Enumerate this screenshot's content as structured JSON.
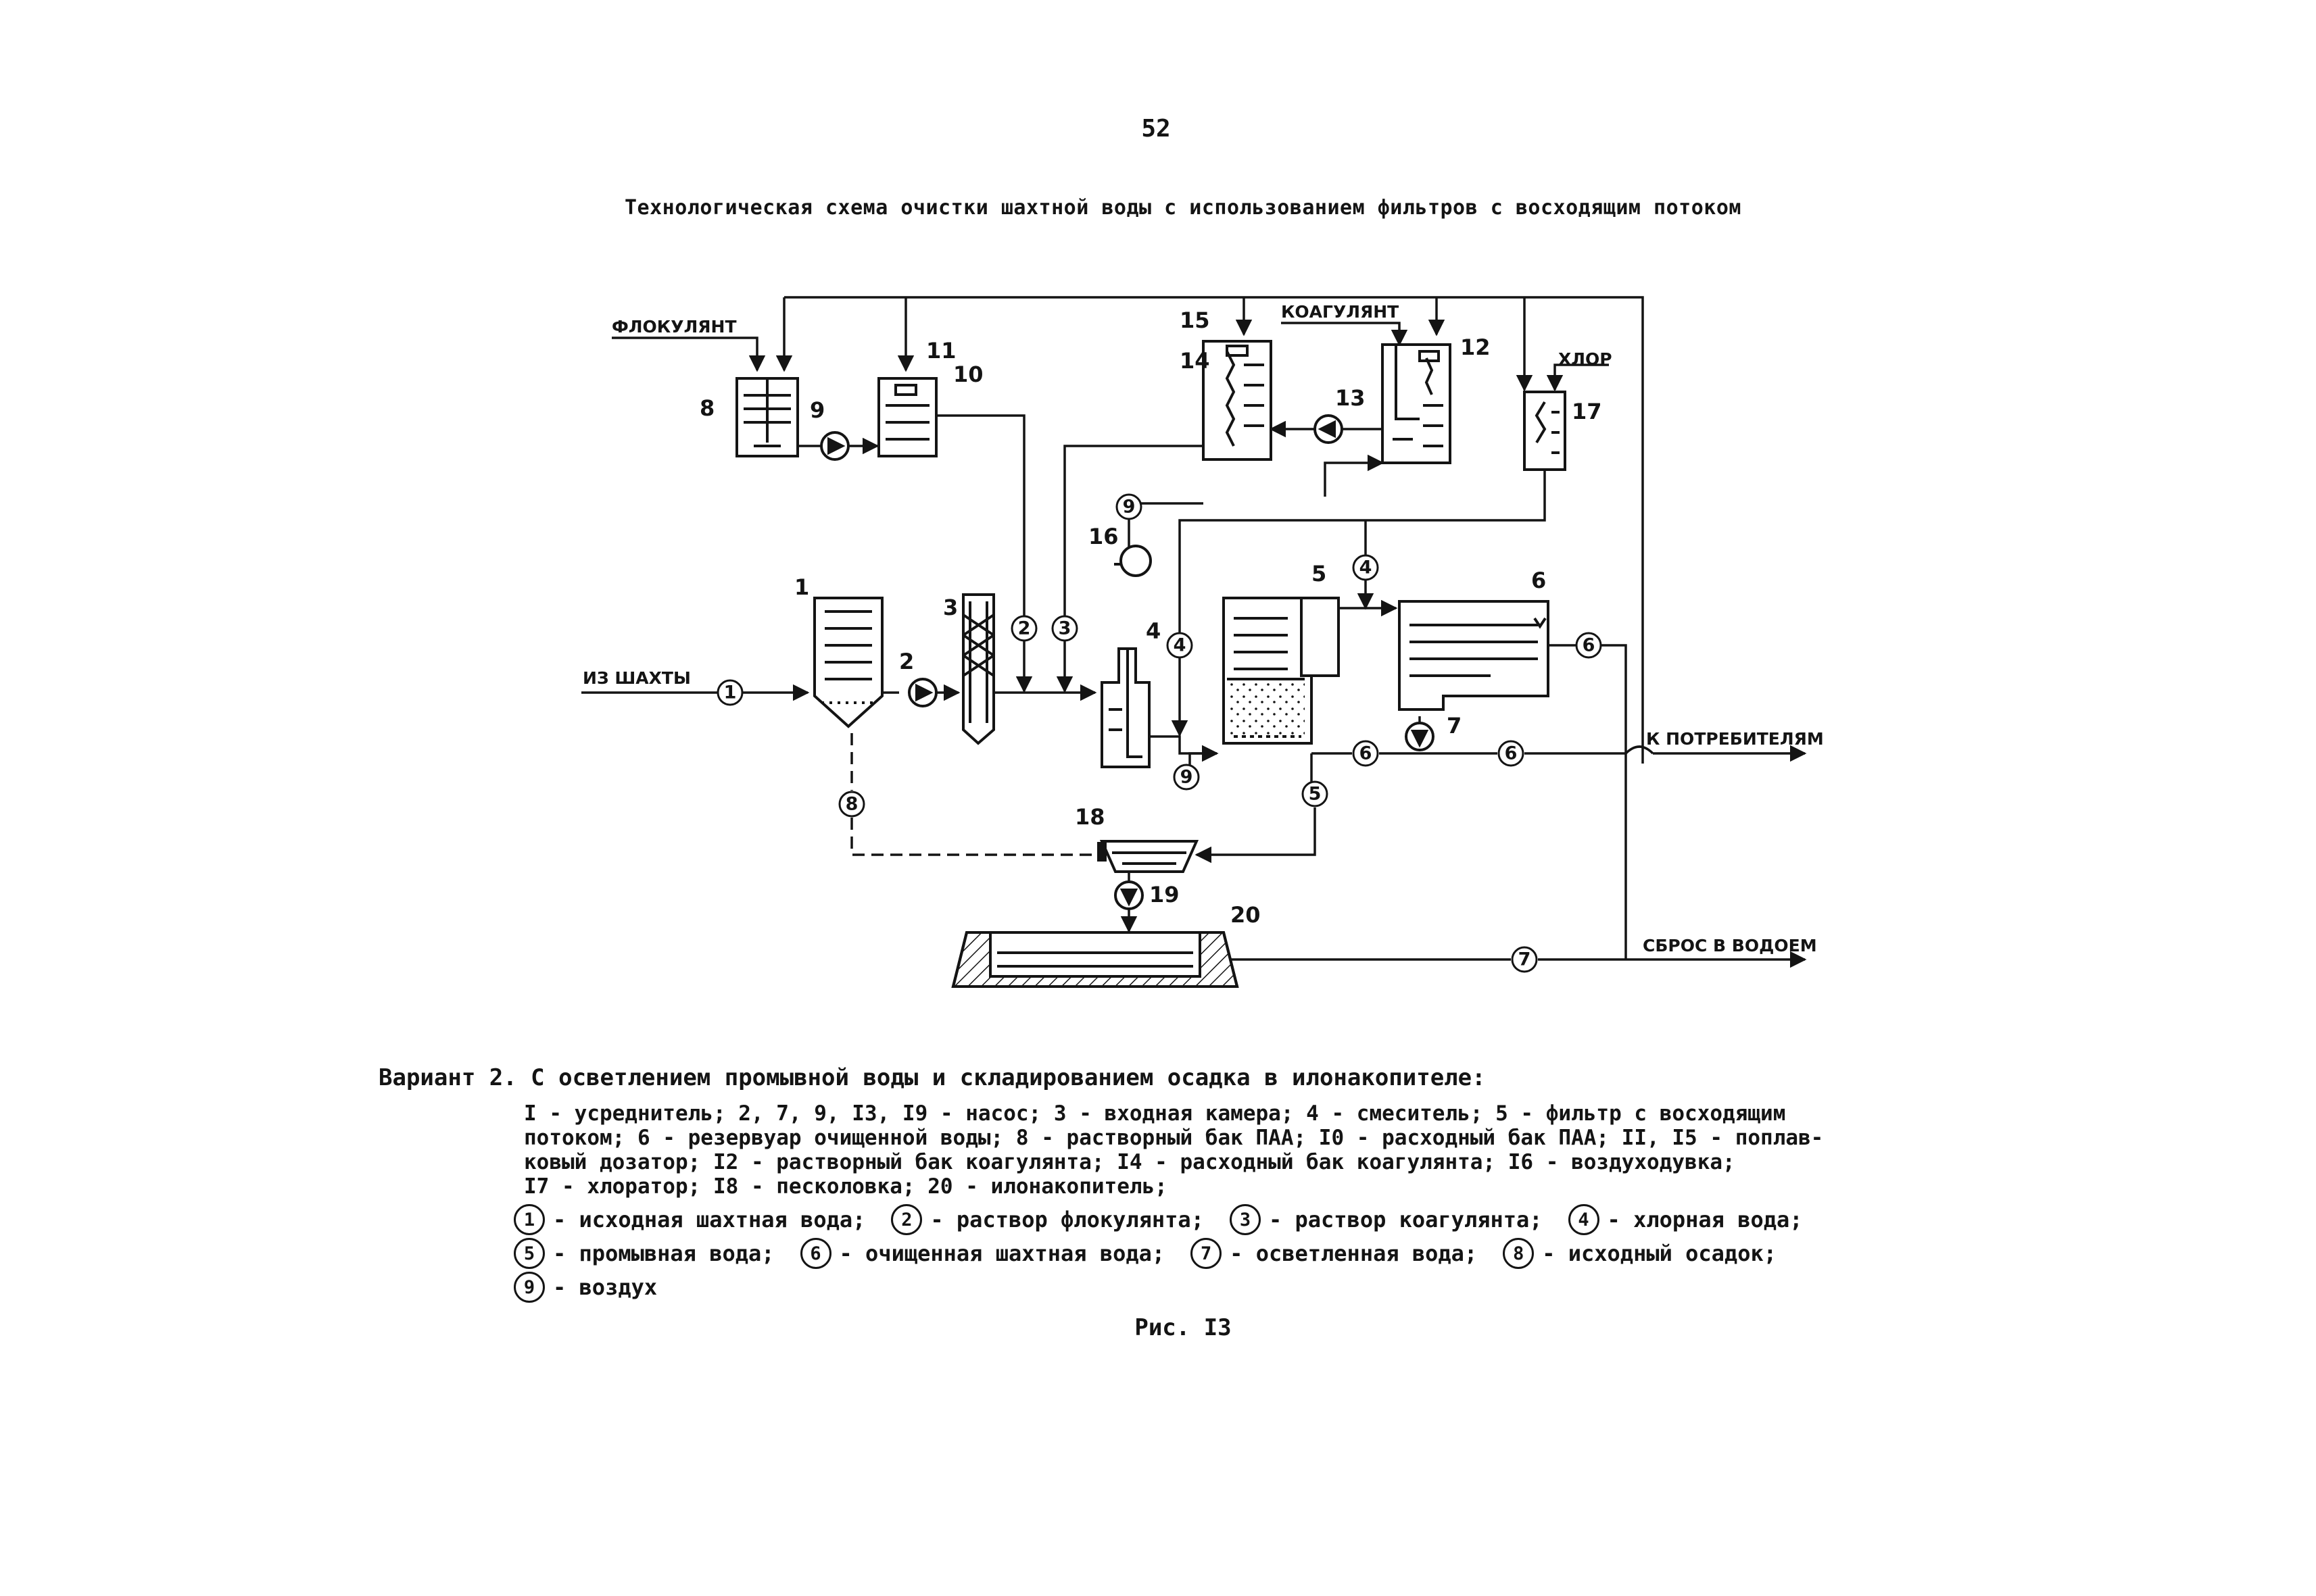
{
  "page_number": "52",
  "title": "Технологическая схема очистки шахтной воды с использованием фильтров с восходящим потоком",
  "diagram": {
    "inputs": {
      "flocculant": "ФЛОКУЛЯНТ",
      "coagulant": "КОАГУЛЯНТ",
      "chlorine": "ХЛОР",
      "from_mine": "ИЗ ШАХТЫ"
    },
    "outputs": {
      "to_consumers": "К ПОТРЕБИТЕЛЯМ",
      "to_water_body": "СБРОС В ВОДОЕМ"
    },
    "equipment_numbers": [
      "1",
      "2",
      "3",
      "4",
      "5",
      "6",
      "7",
      "8",
      "9",
      "10",
      "11",
      "12",
      "13",
      "14",
      "15",
      "16",
      "17",
      "18",
      "19",
      "20"
    ],
    "flow_markers": [
      "1",
      "2",
      "3",
      "4",
      "5",
      "6",
      "7",
      "8",
      "9"
    ]
  },
  "caption": "Вариант 2. С осветлением промывной воды и складированием осадка в илонакопителе:",
  "legend_lines": [
    "I - усреднитель;  2, 7, 9, I3, I9 - насос;  3 - входная камера;  4 - смеситель;  5 - фильтр с восходящим",
    "потоком;  6 - резервуар очищенной воды;  8 - растворный бак ПАА;  I0 - расходный бак ПАА;  II, I5 - поплав-",
    "ковый дозатор;  I2 - растворный бак коагулянта;  I4 - расходный бак коагулянта;  I6 - воздуходувка;",
    "I7 - хлоратор;  I8 - песколовка;  20 - илонакопитель;"
  ],
  "flow_legend": [
    {
      "num": "1",
      "text": "- исходная шахтная вода;"
    },
    {
      "num": "2",
      "text": "- раствор флокулянта;"
    },
    {
      "num": "3",
      "text": "- раствор коагулянта;"
    },
    {
      "num": "4",
      "text": "- хлорная вода;"
    },
    {
      "num": "5",
      "text": "- промывная вода;"
    },
    {
      "num": "6",
      "text": "- очищенная шахтная вода;"
    },
    {
      "num": "7",
      "text": "- осветленная вода;"
    },
    {
      "num": "8",
      "text": "- исходный осадок;"
    },
    {
      "num": "9",
      "text": "- воздух"
    }
  ],
  "figure_label": "Рис. I3"
}
